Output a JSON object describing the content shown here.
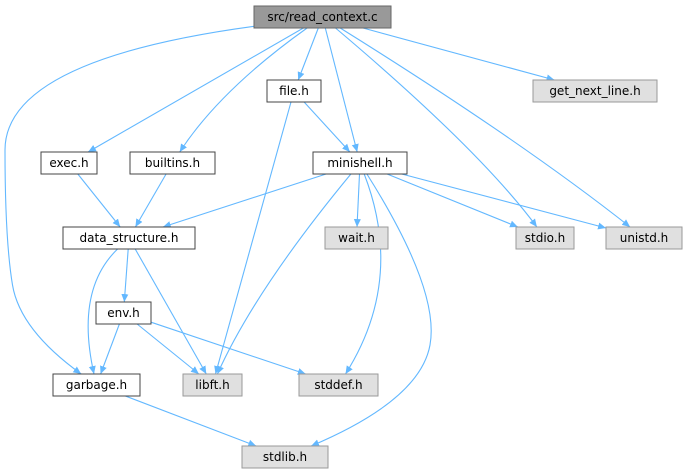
{
  "nodes": [
    {
      "id": "read_context",
      "label": "src/read_context.c",
      "kind": "root"
    },
    {
      "id": "file",
      "label": "file.h",
      "kind": "user"
    },
    {
      "id": "get_next_line",
      "label": "get_next_line.h",
      "kind": "system"
    },
    {
      "id": "exec",
      "label": "exec.h",
      "kind": "user"
    },
    {
      "id": "builtins",
      "label": "builtins.h",
      "kind": "user"
    },
    {
      "id": "minishell",
      "label": "minishell.h",
      "kind": "user"
    },
    {
      "id": "data_structure",
      "label": "data_structure.h",
      "kind": "user"
    },
    {
      "id": "wait",
      "label": "wait.h",
      "kind": "system"
    },
    {
      "id": "stdio",
      "label": "stdio.h",
      "kind": "system"
    },
    {
      "id": "unistd",
      "label": "unistd.h",
      "kind": "system"
    },
    {
      "id": "env",
      "label": "env.h",
      "kind": "user"
    },
    {
      "id": "garbage",
      "label": "garbage.h",
      "kind": "user"
    },
    {
      "id": "libft",
      "label": "libft.h",
      "kind": "system"
    },
    {
      "id": "stddef",
      "label": "stddef.h",
      "kind": "system"
    },
    {
      "id": "stdlib",
      "label": "stdlib.h",
      "kind": "system"
    }
  ],
  "edges": [
    [
      "read_context",
      "file"
    ],
    [
      "read_context",
      "get_next_line"
    ],
    [
      "read_context",
      "exec"
    ],
    [
      "read_context",
      "builtins"
    ],
    [
      "read_context",
      "minishell"
    ],
    [
      "read_context",
      "stdio"
    ],
    [
      "read_context",
      "unistd"
    ],
    [
      "read_context",
      "garbage"
    ],
    [
      "file",
      "minishell"
    ],
    [
      "file",
      "libft"
    ],
    [
      "exec",
      "data_structure"
    ],
    [
      "builtins",
      "data_structure"
    ],
    [
      "minishell",
      "data_structure"
    ],
    [
      "minishell",
      "wait"
    ],
    [
      "minishell",
      "stdio"
    ],
    [
      "minishell",
      "unistd"
    ],
    [
      "minishell",
      "libft"
    ],
    [
      "minishell",
      "stddef"
    ],
    [
      "minishell",
      "stdlib"
    ],
    [
      "data_structure",
      "env"
    ],
    [
      "data_structure",
      "garbage"
    ],
    [
      "data_structure",
      "libft"
    ],
    [
      "env",
      "garbage"
    ],
    [
      "env",
      "libft"
    ],
    [
      "env",
      "stddef"
    ],
    [
      "garbage",
      "stdlib"
    ]
  ],
  "colors": {
    "edge": "#63b8ff",
    "root_fill": "#999999",
    "system_fill": "#e0e0e0",
    "user_fill": "#ffffff"
  }
}
